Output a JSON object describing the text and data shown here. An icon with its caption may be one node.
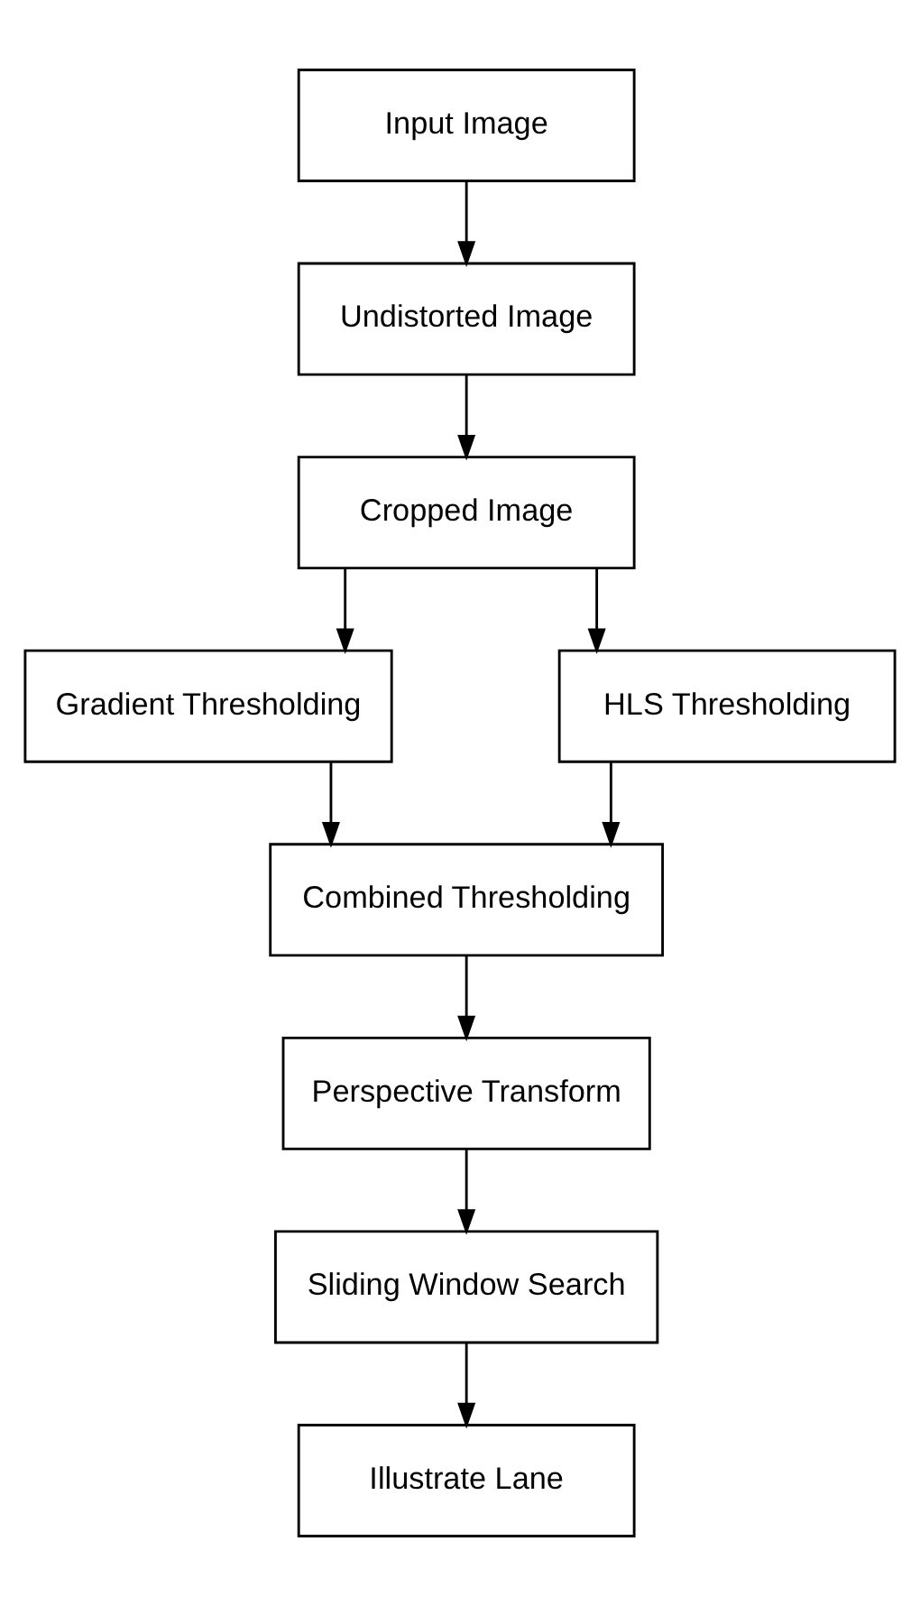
{
  "diagram": {
    "nodes": [
      {
        "text": [
          "Input Image"
        ]
      },
      {
        "text": [
          "Undistorted Image"
        ]
      },
      {
        "text": [
          "Cropped Image"
        ]
      },
      {
        "text": [
          "Gradient Thresholding"
        ]
      },
      {
        "text": [
          "HLS Thresholding"
        ]
      },
      {
        "text": [
          "Combined Thresholding"
        ]
      },
      {
        "text": [
          "Perspective Transform"
        ]
      },
      {
        "text": [
          "Sliding Window Search"
        ]
      },
      {
        "text": [
          "Illustrate Lane"
        ]
      }
    ],
    "edges": [
      {
        "from": 0,
        "to": 1,
        "arrow": "to"
      },
      {
        "from": 1,
        "to": 2,
        "arrow": "to"
      },
      {
        "from": 2,
        "to": 3,
        "arrow": "to"
      },
      {
        "from": 2,
        "to": 4,
        "arrow": "to"
      },
      {
        "from": 3,
        "to": 5,
        "arrow": "to"
      },
      {
        "from": 4,
        "to": 5,
        "arrow": "to"
      },
      {
        "from": 5,
        "to": 6,
        "arrow": "to"
      },
      {
        "from": 6,
        "to": 7,
        "arrow": "to"
      },
      {
        "from": 7,
        "to": 8,
        "arrow": "to"
      }
    ]
  }
}
